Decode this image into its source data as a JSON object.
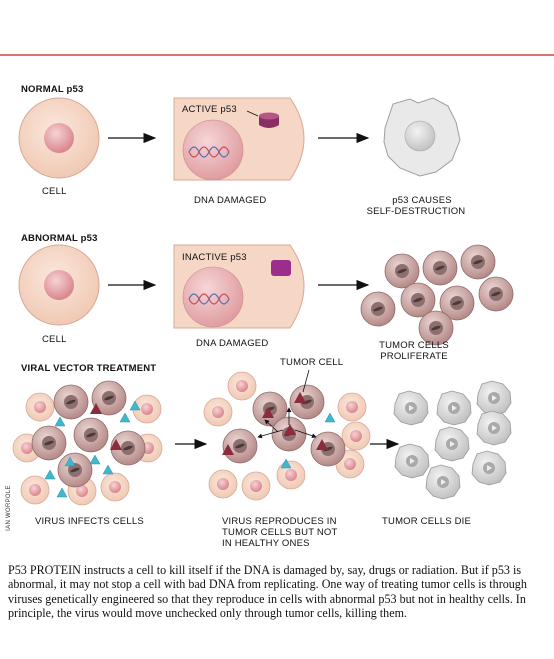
{
  "sections": {
    "normal": {
      "heading": "NORMAL p53",
      "cell_label": "CELL",
      "damaged_label": "DNA DAMAGED",
      "protein_label": "ACTIVE p53",
      "outcome_label_line1": "p53 CAUSES",
      "outcome_label_line2": "SELF-DESTRUCTION"
    },
    "abnormal": {
      "heading": "ABNORMAL p53",
      "cell_label": "CELL",
      "damaged_label": "DNA DAMAGED",
      "protein_label": "INACTIVE p53",
      "outcome_label_line1": "TUMOR CELLS",
      "outcome_label_line2": "PROLIFERATE"
    },
    "viral": {
      "heading": "VIRAL VECTOR TREATMENT",
      "tumor_cell_label": "TUMOR CELL",
      "step1_label": "VIRUS INFECTS CELLS",
      "step2_line1": "VIRUS REPRODUCES IN",
      "step2_line2": "TUMOR CELLS BUT NOT",
      "step2_line3": "IN HEALTHY ONES",
      "step3_label": "TUMOR CELLS DIE"
    }
  },
  "credit": "IAN WORPOLE",
  "caption": {
    "lead": "P53 PROTEIN",
    "body": " instructs a cell to kill itself if the DNA is damaged by, say, drugs or radiation. But if p53 is abnormal, it may not stop a cell with bad DNA from replicating. One way of treating tumor cells is through viruses genetically engineered so that they reproduce in cells with abnormal p53 but not in healthy cells. In principle, the virus would move unchecked only through tumor cells, killing them."
  },
  "colors": {
    "rule": "#d9746f",
    "cell_fill": "#f6d9c8",
    "nucleus": "#e7a3a6",
    "active_p53": "#8a2f63",
    "inactive_p53": "#9b2d8c",
    "tumor_cell": "#cfa9a6",
    "virus": "#3fb8cf",
    "dead_cell": "#d8d8d8"
  }
}
